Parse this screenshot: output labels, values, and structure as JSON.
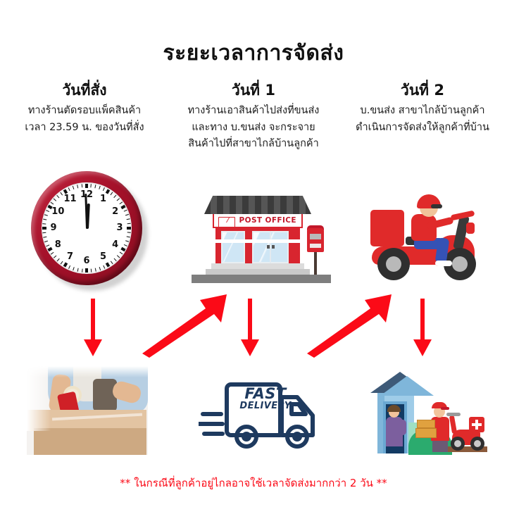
{
  "title": "ระยะเวลาการจัดส่ง",
  "colors": {
    "arrow_red": "#fb0a17",
    "footer_red": "#fb0a17",
    "clock_bezel_red": "#a4112a",
    "post_office_red": "#d8252f",
    "truck_navy": "#1e3a5f",
    "scooter_red": "#e02a2a"
  },
  "columns": [
    {
      "heading": "วันที่สั่ง",
      "lines": [
        "ทางร้านตัดรอบแพ็คสินค้า",
        "เวลา 23.59 น. ของวันที่สั่ง"
      ],
      "top_image": "wall-clock",
      "bottom_image": "packing-box-photo"
    },
    {
      "heading": "วันที่ 1",
      "lines": [
        "ทางร้านเอาสินค้าไปส่งที่ขนส่ง",
        "และทาง บ.ขนส่ง จะกระจาย",
        "สินค้าไปที่สาขาไกล้บ้านลูกค้า"
      ],
      "top_image": "post-office-building",
      "bottom_image": "fast-delivery-truck"
    },
    {
      "heading": "วันที่ 2",
      "lines": [
        "บ.ขนส่ง สาขาไกล้บ้านลูกค้า",
        "ดำเนินการจัดส่งให้ลูกค้าที่บ้าน"
      ],
      "top_image": "delivery-scooter-rider",
      "bottom_image": "home-delivery-scene"
    }
  ],
  "post_office": {
    "sign_text": "POST OFFICE"
  },
  "truck": {
    "line1": "FAST",
    "line2": "DELIVERY"
  },
  "clock": {
    "numerals": [
      "12",
      "1",
      "2",
      "3",
      "4",
      "5",
      "6",
      "7",
      "8",
      "9",
      "10",
      "11"
    ]
  },
  "footer_note": "** ในกรณีที่ลูกค้าอยู่ไกลอาจใช้เวลาจัดส่งมากกว่า 2 วัน **"
}
